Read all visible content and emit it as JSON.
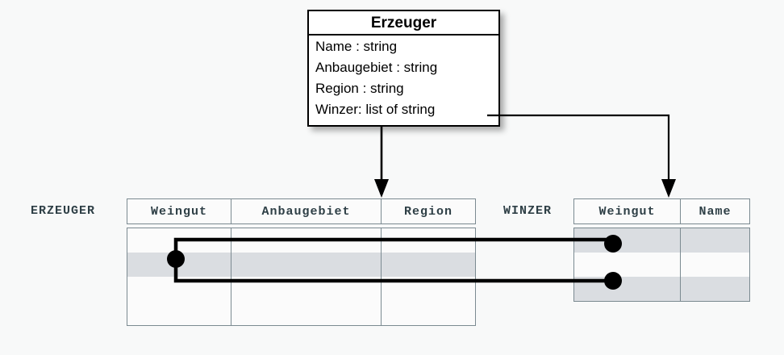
{
  "diagram": {
    "title_hidden": "",
    "colors": {
      "background": "#f8f9f9",
      "box_border": "#000000",
      "table_border": "#7b8a91",
      "table_label_text": "#2e3f46",
      "row_highlight": "#dadde1",
      "connector": "#000000"
    }
  },
  "uml_class": {
    "name": "Erzeuger",
    "attributes": [
      "Name : string",
      "Anbaugebiet : string",
      "Region : string",
      "Winzer: list of string"
    ]
  },
  "tables": [
    {
      "label": "ERZEUGER",
      "columns": [
        "Weingut",
        "Anbaugebiet",
        "Region"
      ],
      "rows": [
        {
          "highlight": false,
          "cells": [
            "",
            "",
            ""
          ]
        },
        {
          "highlight": true,
          "cells": [
            "",
            "",
            ""
          ]
        },
        {
          "highlight": false,
          "cells": [
            "",
            "",
            ""
          ]
        },
        {
          "highlight": false,
          "cells": [
            "",
            "",
            ""
          ]
        }
      ]
    },
    {
      "label": "WINZER",
      "columns": [
        "Weingut",
        "Name"
      ],
      "rows": [
        {
          "highlight": true,
          "cells": [
            "",
            ""
          ]
        },
        {
          "highlight": false,
          "cells": [
            "",
            ""
          ]
        },
        {
          "highlight": true,
          "cells": [
            "",
            ""
          ]
        }
      ]
    }
  ],
  "connectors": {
    "arrow_to_erzeuger": "Erzeuger class maps to ERZEUGER table",
    "arrow_to_winzer": "Winzer list attribute maps to WINZER table",
    "link_dots": 3,
    "relation": "one ERZEUGER row joins two WINZER rows via Weingut"
  }
}
